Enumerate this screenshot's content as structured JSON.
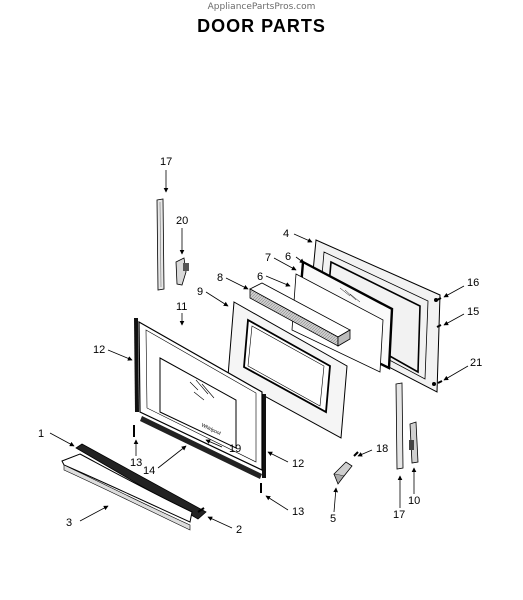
{
  "header": {
    "source": "AppliancePartsPros.com",
    "title": "DOOR PARTS"
  },
  "callouts": {
    "c1": "1",
    "c2": "2",
    "c3": "3",
    "c4": "4",
    "c5": "5",
    "c6a": "6",
    "c6b": "6",
    "c7": "7",
    "c8": "8",
    "c9": "9",
    "c10": "10",
    "c11": "11",
    "c12a": "12",
    "c12b": "12",
    "c13a": "13",
    "c13b": "13",
    "c14": "14",
    "c15": "15",
    "c16": "16",
    "c17a": "17",
    "c17b": "17",
    "c18": "18",
    "c19": "19",
    "c20": "20",
    "c21": "21"
  },
  "logo_text": "Whirlpool"
}
